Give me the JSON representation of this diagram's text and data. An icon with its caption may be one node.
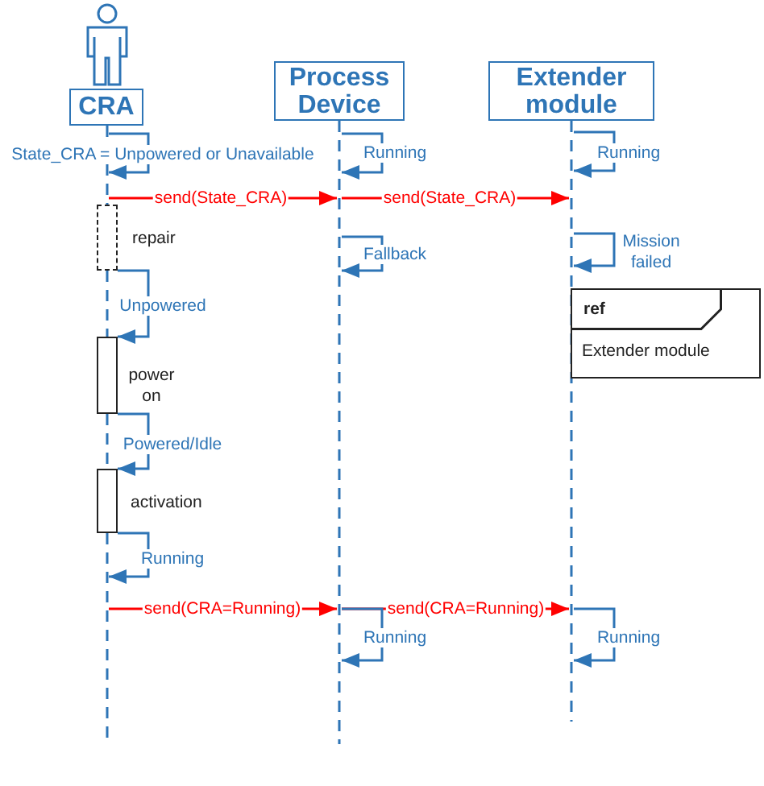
{
  "diagram": {
    "nodes": [
      {
        "text": [
          "CRA"
        ]
      },
      {
        "text": [
          "Process Device"
        ]
      },
      {
        "text": [
          "Extender module"
        ]
      },
      {
        "text": [],
        "shape": "line"
      },
      {
        "text": [],
        "shape": "line"
      },
      {
        "text": [],
        "shape": "line"
      },
      {
        "text": [],
        "shape": "bar",
        "beside": [
          "repair"
        ]
      },
      {
        "text": [],
        "shape": "bar",
        "beside": [
          "power on"
        ]
      },
      {
        "text": [],
        "shape": "bar",
        "beside": [
          "activation"
        ]
      },
      {
        "text": [
          "ref",
          "Extender module"
        ]
      }
    ],
    "edges": [
      {
        "from": 3,
        "to": 3,
        "arrow": "to",
        "label": "State_CRA = Unpowered or Unavailable"
      },
      {
        "from": 4,
        "to": 4,
        "arrow": "to",
        "label": "Running"
      },
      {
        "from": 5,
        "to": 5,
        "arrow": "to",
        "label": "Running"
      },
      {
        "from": 3,
        "to": 4,
        "arrow": "to",
        "label": "send(State_CRA)",
        "color": "#ff0000"
      },
      {
        "from": 4,
        "to": 5,
        "arrow": "to",
        "label": "send(State_CRA)",
        "color": "#ff0000"
      },
      {
        "from": 4,
        "to": 4,
        "arrow": "to",
        "label": "Fallback"
      },
      {
        "from": 5,
        "to": 5,
        "arrow": "to",
        "label": "Mission failed"
      },
      {
        "from": 6,
        "to": 7,
        "arrow": "to",
        "label": "Unpowered"
      },
      {
        "from": 7,
        "to": 8,
        "arrow": "to",
        "label": "Powered/Idle"
      },
      {
        "from": 8,
        "to": 3,
        "arrow": "to",
        "label": "Running"
      },
      {
        "from": 3,
        "to": 4,
        "arrow": "to",
        "label": "send(CRA=Running)",
        "color": "#ff0000"
      },
      {
        "from": 4,
        "to": 5,
        "arrow": "to",
        "label": "send(CRA=Running)",
        "color": "#ff0000"
      },
      {
        "from": 4,
        "to": 4,
        "arrow": "to",
        "label": "Running"
      },
      {
        "from": 5,
        "to": 5,
        "arrow": "to",
        "label": "Running"
      }
    ]
  }
}
